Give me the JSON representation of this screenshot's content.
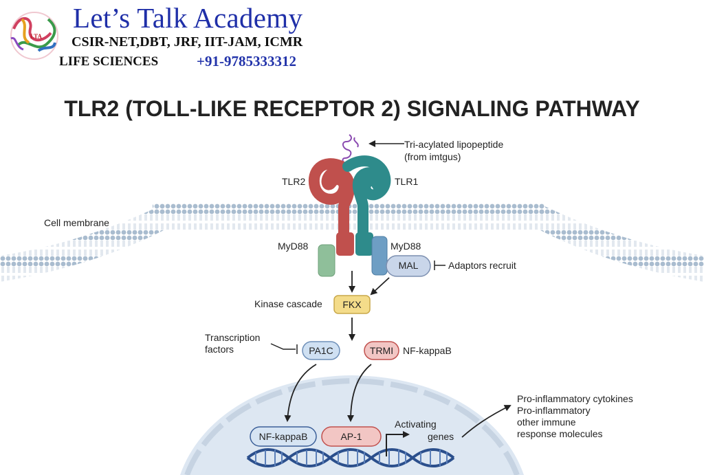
{
  "header": {
    "academy_name": "Let’s Talk Academy",
    "exams": "CSIR-NET,DBT, JRF, IIT-JAM, ICMR",
    "subject": "LIFE SCIENCES",
    "phone": "+91-9785333312"
  },
  "title": "TLR2 (TOLL-LIKE RECEPTOR 2) SIGNALING PATHWAY",
  "labels": {
    "ligand_line1": "Tri-acylated lipopeptide",
    "ligand_line2": "(from imtgus)",
    "tlr2": "TLR2",
    "tlr1": "TLR1",
    "cell_membrane": "Cell membrane",
    "myd88_left": "MyD88",
    "myd88_right": "MyD88",
    "mal": "MAL",
    "adaptors": "Adaptors recruit",
    "kinase_cascade": "Kinase cascade",
    "fkx": "FKX",
    "tf_line1": "Transcription",
    "tf_line2": "factors",
    "pa1c": "PA1C",
    "trmi": "TRMI",
    "nfkb_right": "NF-kappaB",
    "nfkb_nucleus": "NF-kappaB",
    "ap1": "AP-1",
    "activating_line1": "Activating",
    "activating_line2": "genes",
    "out_line1": "Pro-inflammatory cytokines",
    "out_line2": "Pro-inflammatory",
    "out_line3": "other immune",
    "out_line4": "response molecules"
  },
  "colors": {
    "tlr2": "#c0504d",
    "tlr1": "#2e8b8b",
    "membrane": "#9fb3c8",
    "myd88_green": "#8fbf9a",
    "myd88_blue": "#6e9ec4",
    "mal": "#c9d6ea",
    "fkx": "#f4dc8a",
    "pa1c": "#cfe0f2",
    "trmi": "#f2c6c4",
    "nucleus": "#dde7f2",
    "dna": "#2b4f8c",
    "logo_blue": "#1f2fa8"
  }
}
